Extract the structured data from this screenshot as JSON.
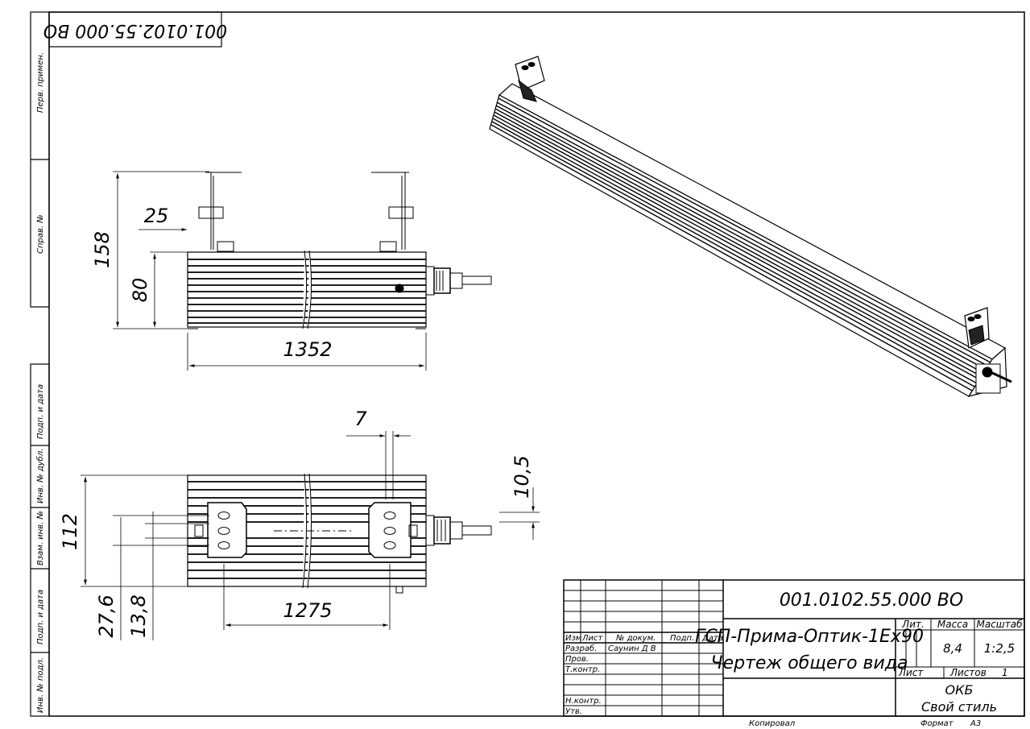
{
  "sheet": {
    "code_stamp": "001.0102.55.000 ВО",
    "side_column": [
      "Перв. примен.",
      "Справ. №",
      "Подп. и дата",
      "Инв. № дубл.",
      "Взам. инв. №",
      "Подп. и дата",
      "Инв. № подл."
    ]
  },
  "top_view": {
    "dims": {
      "d25": "25",
      "d158": "158",
      "d80": "80",
      "d1352": "1352"
    }
  },
  "bottom_view": {
    "dims": {
      "d7": "7",
      "d10_5": "10,5",
      "d112": "112",
      "d27_6": "27,6",
      "d13_8": "13,8",
      "d1275": "1275"
    }
  },
  "title_block": {
    "designation": "001.0102.55.000 ВО",
    "product_name": "ГСП-Прима-Оптик-1Ex90",
    "doc_name": "Чертеж общего вида",
    "col_izm": "Изм",
    "col_list": "Лист",
    "col_ndoc": "№ докум.",
    "col_podp": "Подп.",
    "col_data": "Дата",
    "row_razrab": "Разраб.",
    "razrab_name": "Саунин Д В",
    "row_prov": "Пров.",
    "row_tkontr": "Т.контр.",
    "row_nkontr": "Н.контр.",
    "row_utv": "Утв.",
    "lit_label": "Лит.",
    "massa_label": "Масса",
    "masshtab_label": "Масштаб",
    "massa_value": "8,4",
    "masshtab_value": "1:2,5",
    "list_label": "Лист",
    "listov_label": "Листов",
    "listov_value": "1",
    "org_1": "ОКБ",
    "org_2": "Свой стиль",
    "kopiroval": "Копировал",
    "format_label": "Формат",
    "format_value": "А3"
  }
}
